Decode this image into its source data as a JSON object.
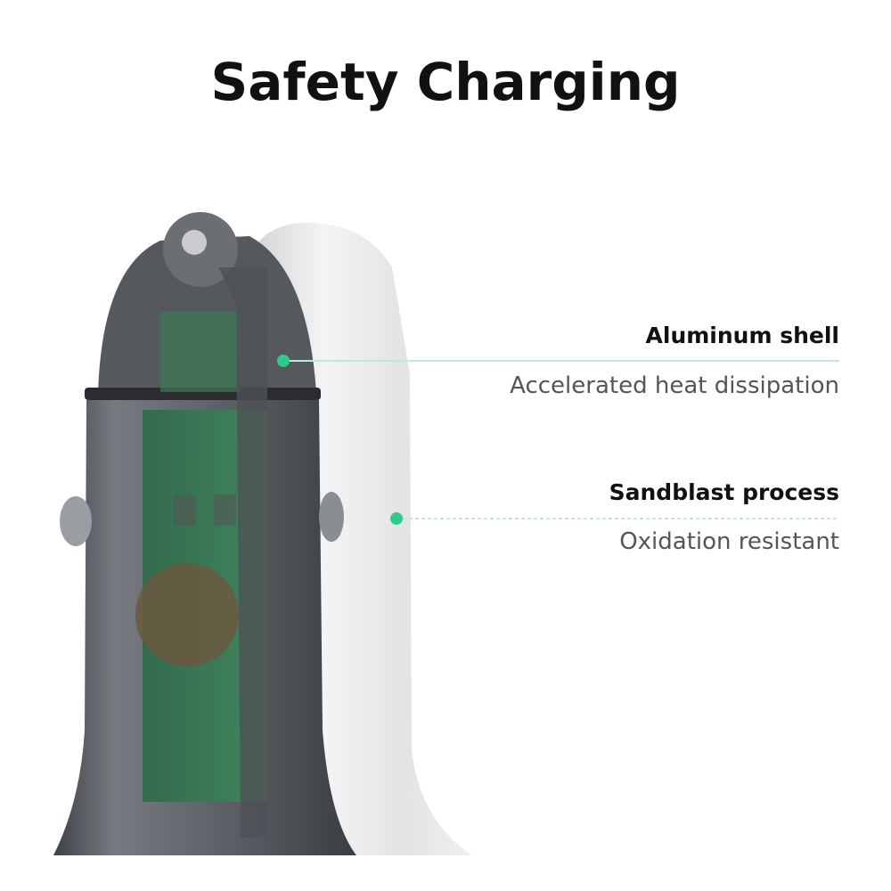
{
  "title": "Safety Charging",
  "features": [
    {
      "heading": "Aluminum shell",
      "description": "Accelerated heat dissipation"
    },
    {
      "heading": "Sandblast process",
      "description": "Oxidation resistant"
    }
  ],
  "colors": {
    "accent": "#2ecc8a",
    "leader_line": "#bfe9d6",
    "heading": "#111111",
    "description": "#555555"
  }
}
